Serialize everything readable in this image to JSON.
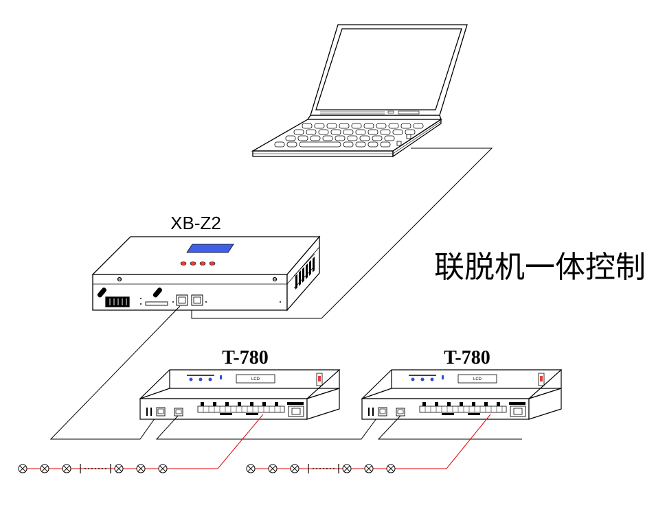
{
  "title": "联脱机一体控制",
  "laptop": {
    "icon": "laptop-icon"
  },
  "main_controller": {
    "label": "XB-Z2",
    "icon": "controller-box-icon"
  },
  "sub_controllers": [
    {
      "label": "T-780",
      "lcd_text": "LCD",
      "icon": "sub-controller-icon"
    },
    {
      "label": "T-780",
      "lcd_text": "LCD",
      "icon": "sub-controller-icon"
    }
  ],
  "lamp_chains": [
    {
      "icon": "lamp-icon",
      "lamps_before_break": 3,
      "lamps_after_break": 3
    },
    {
      "icon": "lamp-icon",
      "lamps_before_break": 3,
      "lamps_after_break": 3
    }
  ],
  "colors": {
    "line": "#000000",
    "signal": "#e00000",
    "lcd": "#3f5fe6",
    "button": "#e04040",
    "indicator": "#3050d0"
  }
}
